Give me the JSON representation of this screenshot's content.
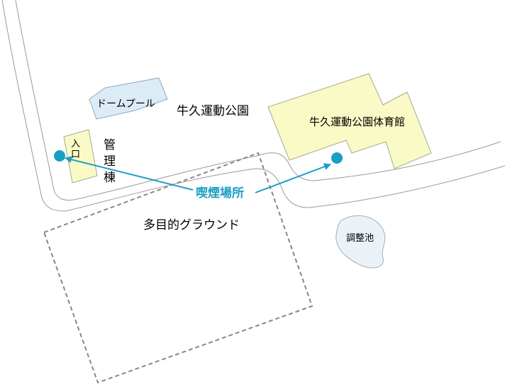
{
  "labels": {
    "park": "牛久運動公園",
    "gym": "牛久運動公園体育館",
    "dome_pool": "ドームプール",
    "entrance": [
      "入",
      "口"
    ],
    "admin_building": [
      "管",
      "理",
      "棟"
    ],
    "ground": "多目的グラウンド",
    "pond": "調整池",
    "smoking_area": "喫煙場所"
  },
  "colors": {
    "road_edge": "#9a9a9a",
    "pool_fill": "#dcecf6",
    "pool_stroke": "#8ea9bd",
    "building_fill": "#fafac6",
    "building_stroke": "#a8a890",
    "pond_fill": "#eaf2f8",
    "pond_stroke": "#9fb0bc",
    "ground_outline": "#888888",
    "smoking_marker": "#1a9fc4",
    "text": "#000000"
  },
  "icons": {
    "smoking_marker": "smoking-location-dot-icon",
    "arrow": "arrow-icon"
  }
}
